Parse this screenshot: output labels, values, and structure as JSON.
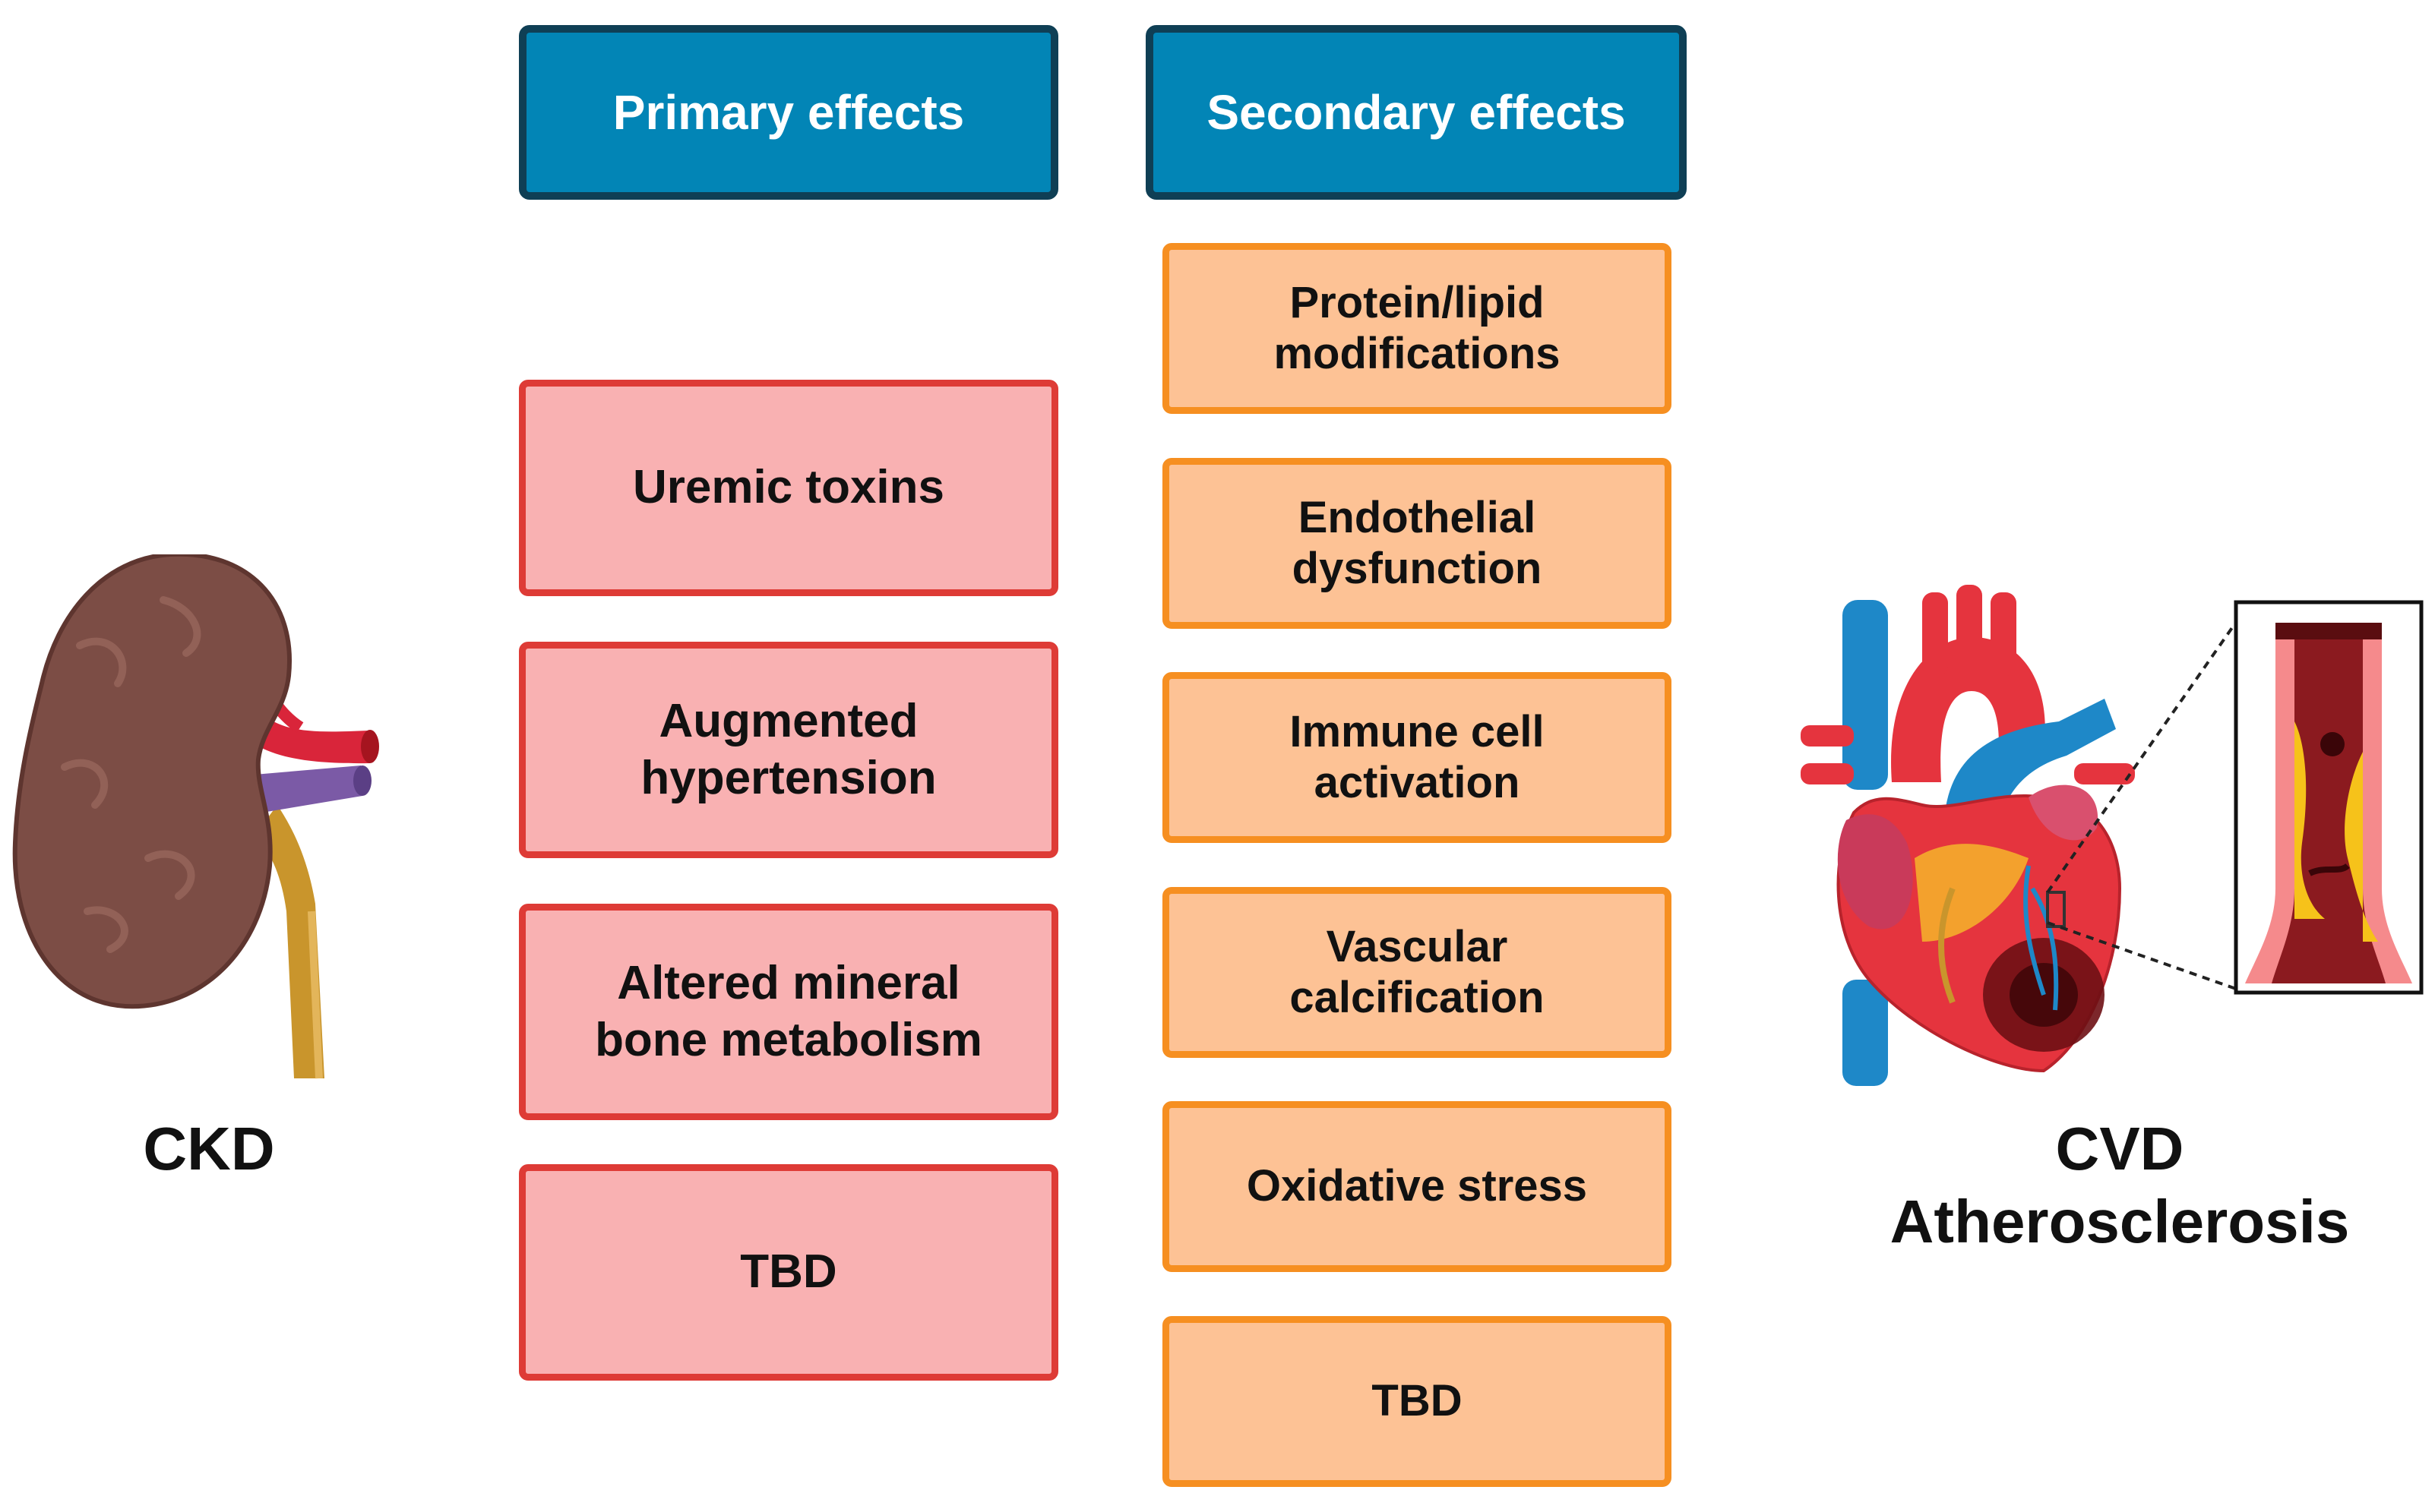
{
  "headers": {
    "primary": "Primary effects",
    "secondary": "Secondary effects"
  },
  "primary_effects": [
    "Uremic toxins",
    "Augmented hypertension",
    "Altered mineral bone metabolism",
    "TBD"
  ],
  "secondary_effects": [
    "Protein/lipid modifications",
    "Endothelial dysfunction",
    "Immune cell activation",
    "Vascular calcification",
    "Oxidative stress",
    "TBD"
  ],
  "left_label": "CKD",
  "right_label": {
    "line1": "CVD",
    "line2": "Atherosclerosis"
  },
  "icons": {
    "left": "kidney-icon",
    "right": "heart-icon",
    "inset": "artery-plaque-inset"
  },
  "colors": {
    "header_fill": "#0285b6",
    "header_border": "#0f3f55",
    "primary_fill": "#f9b1b2",
    "primary_border": "#de3b36",
    "secondary_fill": "#fdc295",
    "secondary_border": "#f68f21"
  }
}
